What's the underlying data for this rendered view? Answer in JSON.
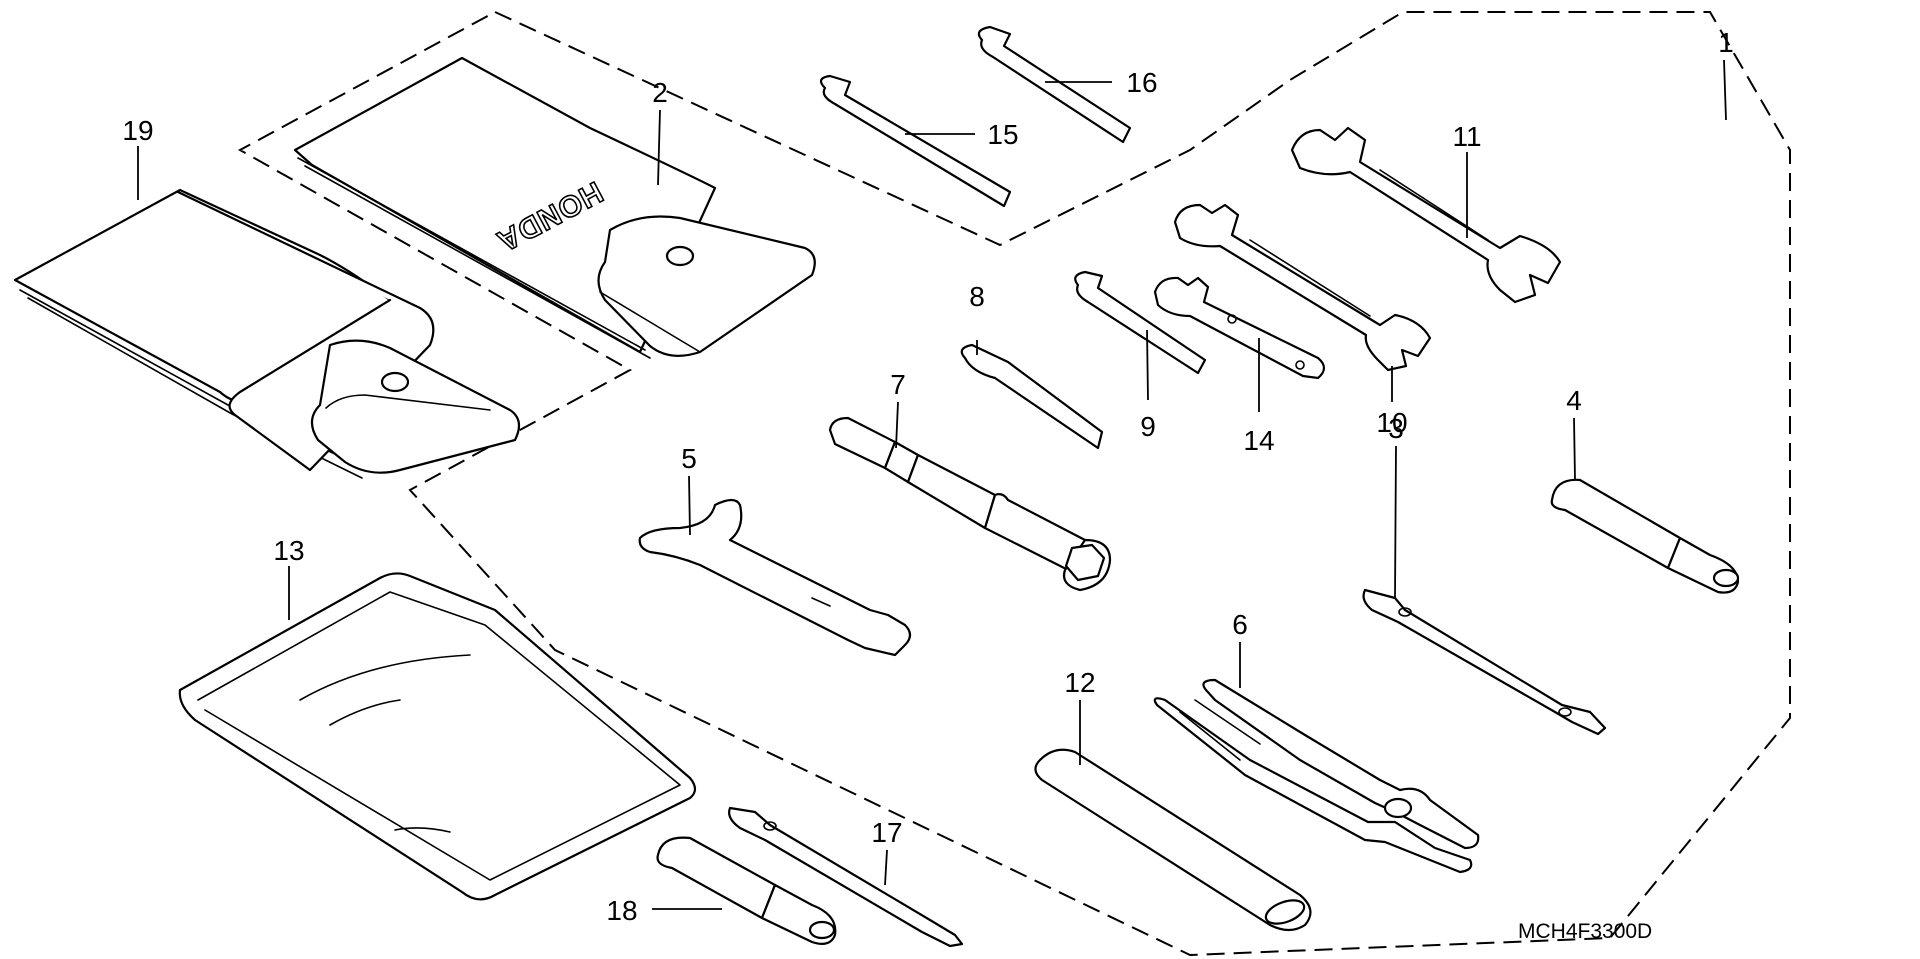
{
  "diagram_code": "MCH4F3300D",
  "brand_mark": "HONDA",
  "callouts": [
    {
      "id": "c1",
      "label": "1"
    },
    {
      "id": "c2",
      "label": "2"
    },
    {
      "id": "c3",
      "label": "3"
    },
    {
      "id": "c4",
      "label": "4"
    },
    {
      "id": "c5",
      "label": "5"
    },
    {
      "id": "c6",
      "label": "6"
    },
    {
      "id": "c7",
      "label": "7"
    },
    {
      "id": "c8",
      "label": "8"
    },
    {
      "id": "c9",
      "label": "9"
    },
    {
      "id": "c10",
      "label": "10"
    },
    {
      "id": "c11",
      "label": "11"
    },
    {
      "id": "c12",
      "label": "12"
    },
    {
      "id": "c13",
      "label": "13"
    },
    {
      "id": "c14",
      "label": "14"
    },
    {
      "id": "c15",
      "label": "15"
    },
    {
      "id": "c16",
      "label": "16"
    },
    {
      "id": "c17",
      "label": "17"
    },
    {
      "id": "c18",
      "label": "18"
    },
    {
      "id": "c19",
      "label": "19"
    }
  ]
}
